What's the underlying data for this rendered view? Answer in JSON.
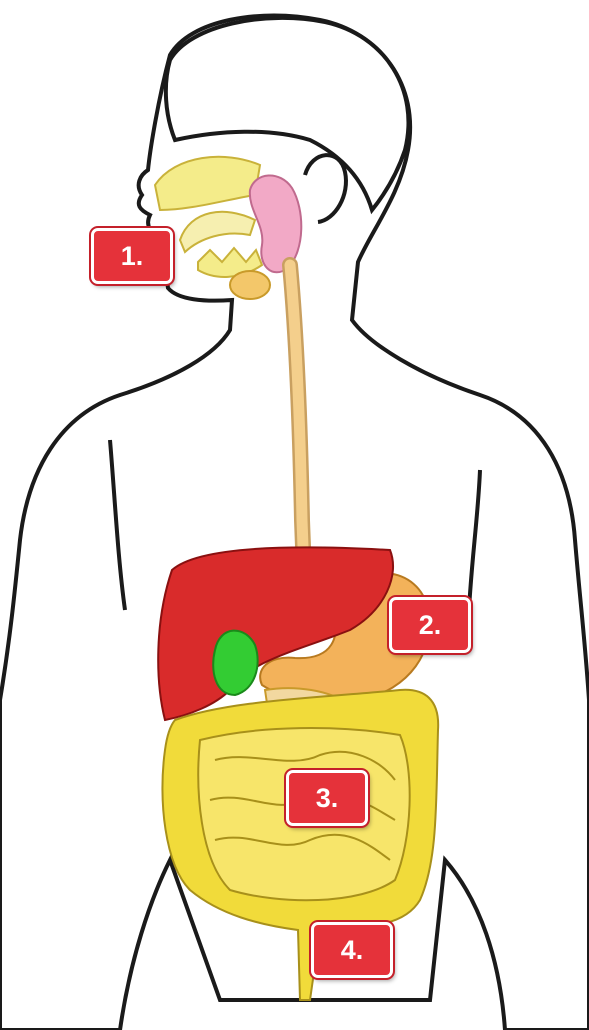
{
  "diagram": {
    "labels": [
      "1.",
      "2.",
      "3.",
      "4."
    ]
  },
  "colors": {
    "outline": "#1a1a1a",
    "skin": "#ffffff",
    "esophagus": "#f4cf8c",
    "salivary_gland": "#f2a9c6",
    "mouth_palate": "#f4ec8a",
    "liver": "#d92b2b",
    "gallbladder": "#33cc33",
    "stomach": "#f3b25a",
    "pancreas": "#f2d8a0",
    "intestines": "#f1db3a",
    "callout": "#e5323a",
    "callout_text": "#ffffff"
  }
}
